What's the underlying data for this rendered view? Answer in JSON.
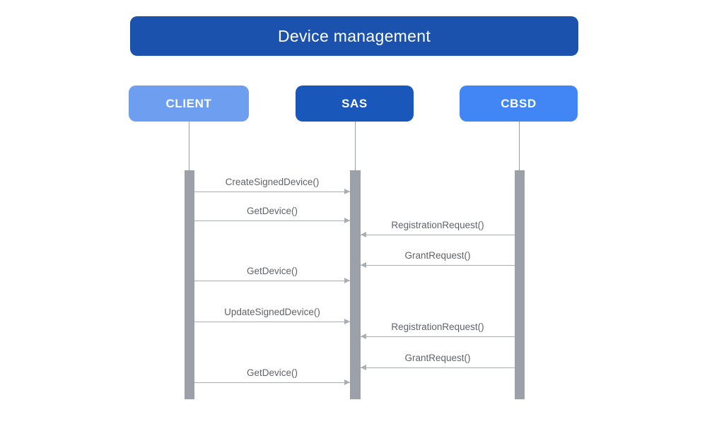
{
  "diagram": {
    "title": "Device management",
    "actors": [
      {
        "id": "client",
        "label": "CLIENT",
        "color": "#6d9eef"
      },
      {
        "id": "sas",
        "label": "SAS",
        "color": "#1a57ba"
      },
      {
        "id": "cbsd",
        "label": "CBSD",
        "color": "#4285f4"
      }
    ],
    "colors": {
      "background": "#ffffff",
      "title_bg": "#1b52ad",
      "title_text": "#ffffff",
      "actor_text": "#ffffff",
      "lifeline": "#9aa0a6",
      "activation_bar": "#9ca1a9",
      "arrow": "#a9aeb5",
      "message_text": "#5f6368"
    },
    "messages": [
      {
        "label": "CreateSignedDevice()",
        "from": "client",
        "to": "sas"
      },
      {
        "label": "GetDevice()",
        "from": "client",
        "to": "sas"
      },
      {
        "label": "RegistrationRequest()",
        "from": "cbsd",
        "to": "sas"
      },
      {
        "label": "GrantRequest()",
        "from": "cbsd",
        "to": "sas"
      },
      {
        "label": "GetDevice()",
        "from": "client",
        "to": "sas"
      },
      {
        "label": "UpdateSignedDevice()",
        "from": "client",
        "to": "sas"
      },
      {
        "label": "RegistrationRequest()",
        "from": "cbsd",
        "to": "sas"
      },
      {
        "label": "GrantRequest()",
        "from": "cbsd",
        "to": "sas"
      },
      {
        "label": "GetDevice()",
        "from": "client",
        "to": "sas"
      }
    ]
  }
}
